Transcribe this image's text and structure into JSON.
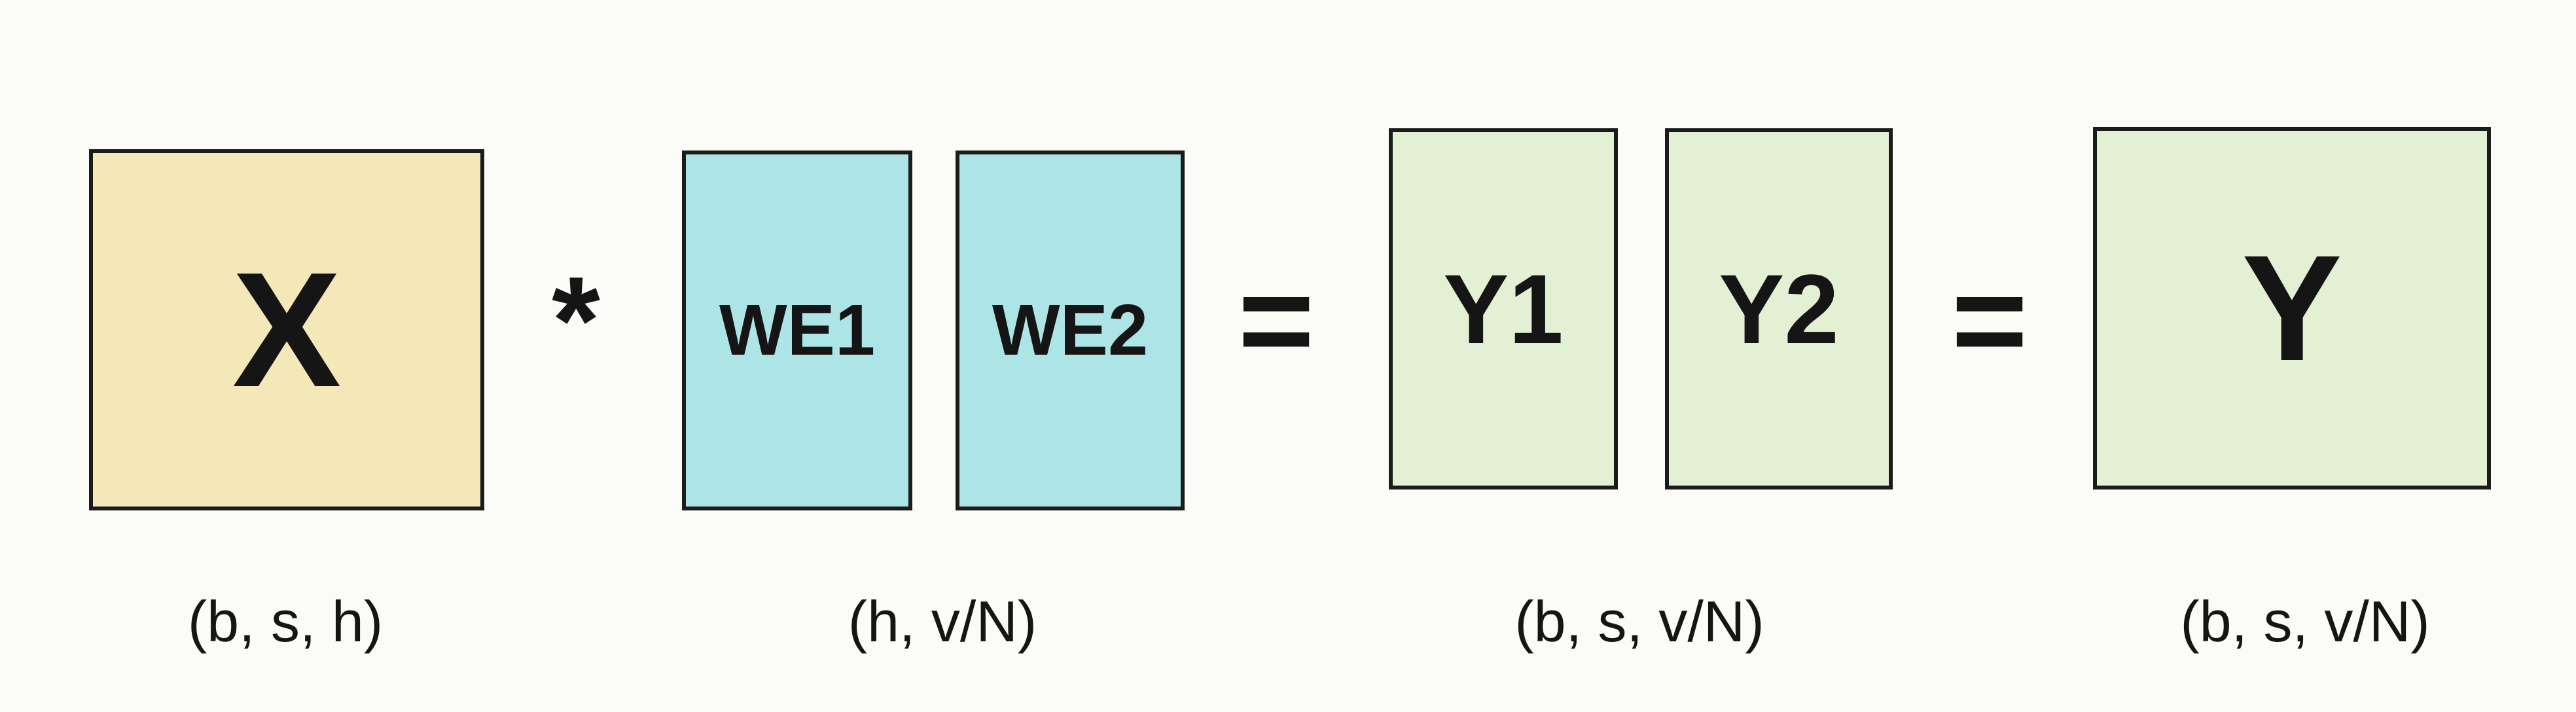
{
  "operands": {
    "x": {
      "label": "X",
      "shape": "(b, s, h)",
      "fill": "#f5e8b8"
    },
    "we1": {
      "label": "WE1",
      "fill": "#ade5e6"
    },
    "we2": {
      "label": "WE2",
      "fill": "#ade5e6"
    },
    "weight_shape": "(h, v/N)",
    "y1": {
      "label": "Y1",
      "fill": "#e3f0d3"
    },
    "y2": {
      "label": "Y2",
      "fill": "#e3f0d3"
    },
    "partial_shape": "(b, s, v/N)",
    "y": {
      "label": "Y",
      "shape": "(b, s, v/N)",
      "fill": "#e3f0d3"
    }
  },
  "operators": {
    "multiply": "*",
    "equals_1": "=",
    "equals_2": "="
  },
  "colors": {
    "border": "#1b1b1b",
    "background": "#fbfbf8",
    "x_fill": "#f5e8b8",
    "weight_fill": "#ade5e6",
    "output_fill": "#e3f0d3"
  }
}
